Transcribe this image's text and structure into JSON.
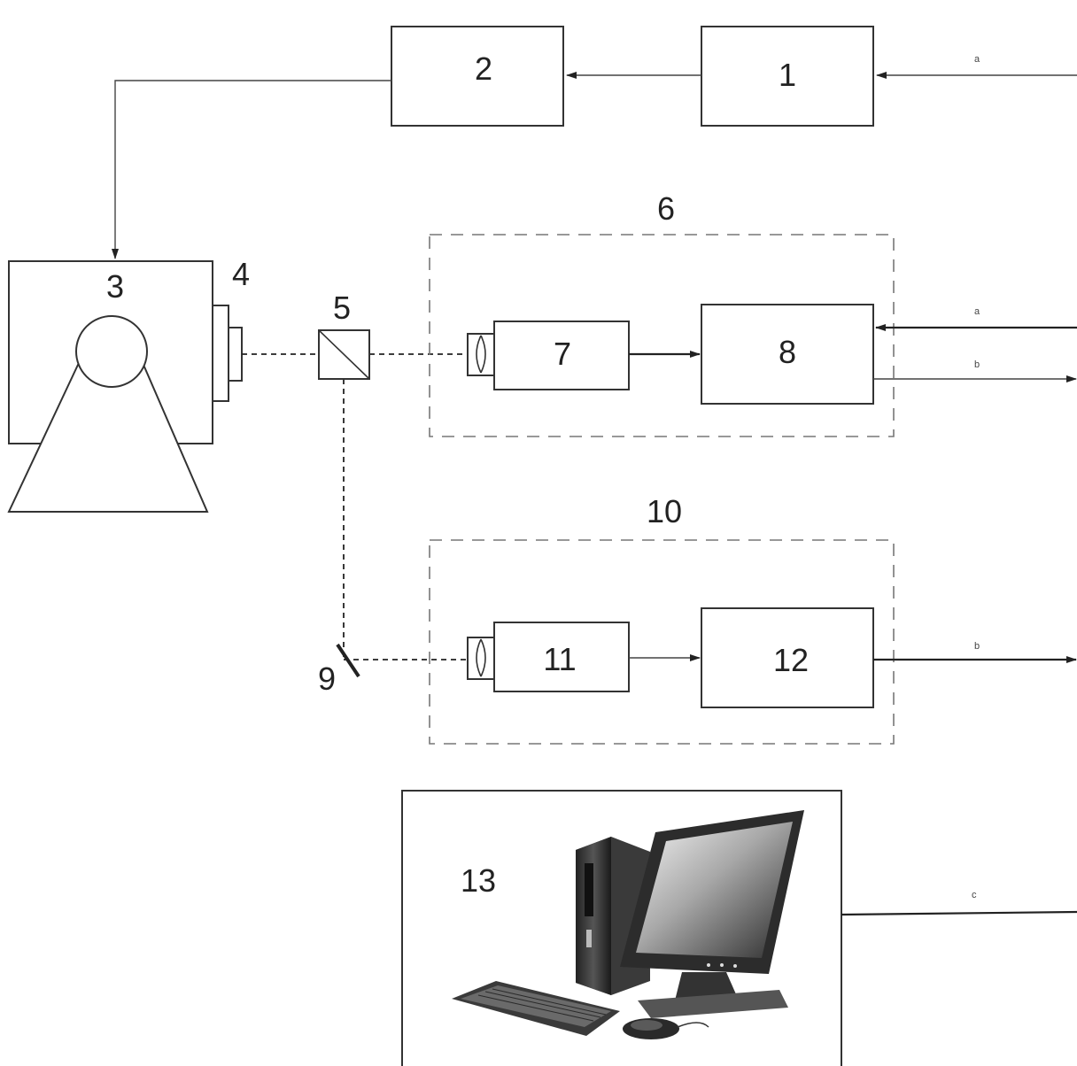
{
  "labels": {
    "block1": "1",
    "block2": "2",
    "block3": "3",
    "block4": "4",
    "block5": "5",
    "block6": "6",
    "block7": "7",
    "block8": "8",
    "block9": "9",
    "block10": "10",
    "block11": "11",
    "block12": "12",
    "block13": "13"
  },
  "signals": {
    "a_top": "a",
    "a_mid": "a",
    "b_mid": "b",
    "b_low": "b",
    "c_bottom": "c"
  }
}
